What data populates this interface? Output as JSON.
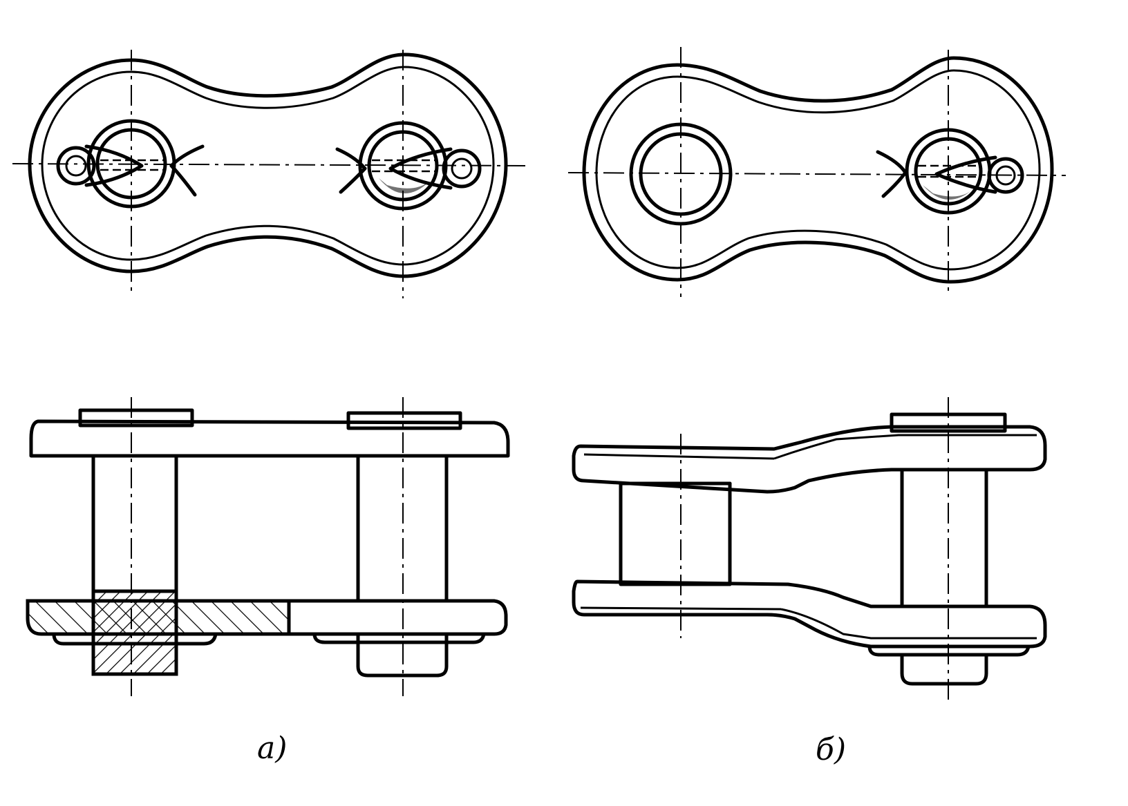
{
  "figure": {
    "panels": [
      {
        "id": "a",
        "label": "a)"
      },
      {
        "id": "b",
        "label": "б)"
      }
    ]
  }
}
